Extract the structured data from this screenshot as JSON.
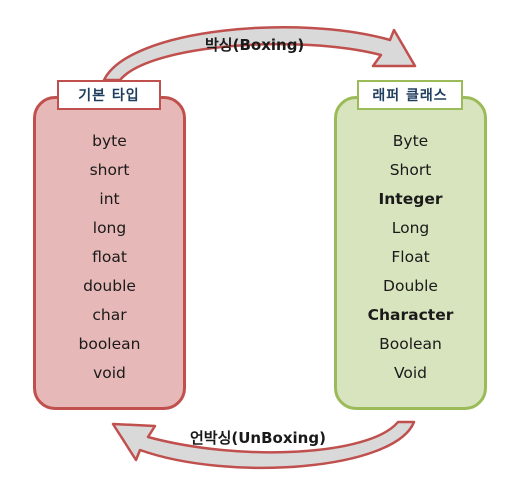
{
  "diagram": {
    "boxing_label": "박싱(Boxing)",
    "unboxing_label": "언박싱(UnBoxing)",
    "left": {
      "title": "기본 타입",
      "items": [
        "byte",
        "short",
        "int",
        "long",
        "float",
        "double",
        "char",
        "boolean",
        "void"
      ]
    },
    "right": {
      "title": "래퍼 클래스",
      "items": [
        "Byte",
        "Short",
        "Integer",
        "Long",
        "Float",
        "Double",
        "Character",
        "Boolean",
        "Void"
      ],
      "bold_items": [
        "Integer",
        "Character"
      ]
    },
    "colors": {
      "left_fill": "#e6b8b7",
      "left_border": "#c0504d",
      "right_fill": "#d7e4bd",
      "right_border": "#9bbb59",
      "arrow_fill": "#d9d9d9",
      "arrow_border": "#c0504d"
    }
  }
}
